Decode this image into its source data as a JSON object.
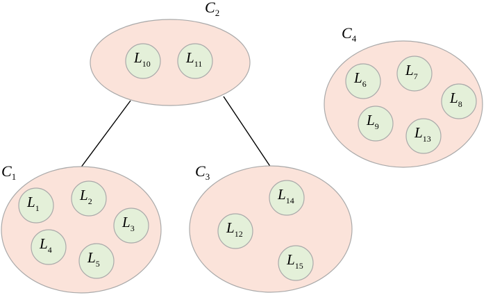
{
  "colors": {
    "cluster_fill": "#fbe3da",
    "node_fill": "#e4f0d9",
    "outline": "#a9a9a9",
    "edge": "#000000"
  },
  "clusters": [
    {
      "id": "C1",
      "letter": "C",
      "sub": "1",
      "members": [
        "L1",
        "L2",
        "L3",
        "L4",
        "L5"
      ]
    },
    {
      "id": "C2",
      "letter": "C",
      "sub": "2",
      "members": [
        "L10",
        "L11"
      ]
    },
    {
      "id": "C3",
      "letter": "C",
      "sub": "3",
      "members": [
        "L12",
        "L14",
        "L15"
      ]
    },
    {
      "id": "C4",
      "letter": "C",
      "sub": "4",
      "members": [
        "L6",
        "L7",
        "L8",
        "L9",
        "L13"
      ]
    }
  ],
  "nodes": [
    {
      "id": "L1",
      "letter": "L",
      "sub": "1"
    },
    {
      "id": "L2",
      "letter": "L",
      "sub": "2"
    },
    {
      "id": "L3",
      "letter": "L",
      "sub": "3"
    },
    {
      "id": "L4",
      "letter": "L",
      "sub": "4"
    },
    {
      "id": "L5",
      "letter": "L",
      "sub": "5"
    },
    {
      "id": "L6",
      "letter": "L",
      "sub": "6"
    },
    {
      "id": "L7",
      "letter": "L",
      "sub": "7"
    },
    {
      "id": "L8",
      "letter": "L",
      "sub": "8"
    },
    {
      "id": "L9",
      "letter": "L",
      "sub": "9"
    },
    {
      "id": "L10",
      "letter": "L",
      "sub": "10"
    },
    {
      "id": "L11",
      "letter": "L",
      "sub": "11"
    },
    {
      "id": "L12",
      "letter": "L",
      "sub": "12"
    },
    {
      "id": "L13",
      "letter": "L",
      "sub": "13"
    },
    {
      "id": "L14",
      "letter": "L",
      "sub": "14"
    },
    {
      "id": "L15",
      "letter": "L",
      "sub": "15"
    }
  ],
  "edges": [
    {
      "from": "C2",
      "to": "C1"
    },
    {
      "from": "C2",
      "to": "C3"
    }
  ]
}
